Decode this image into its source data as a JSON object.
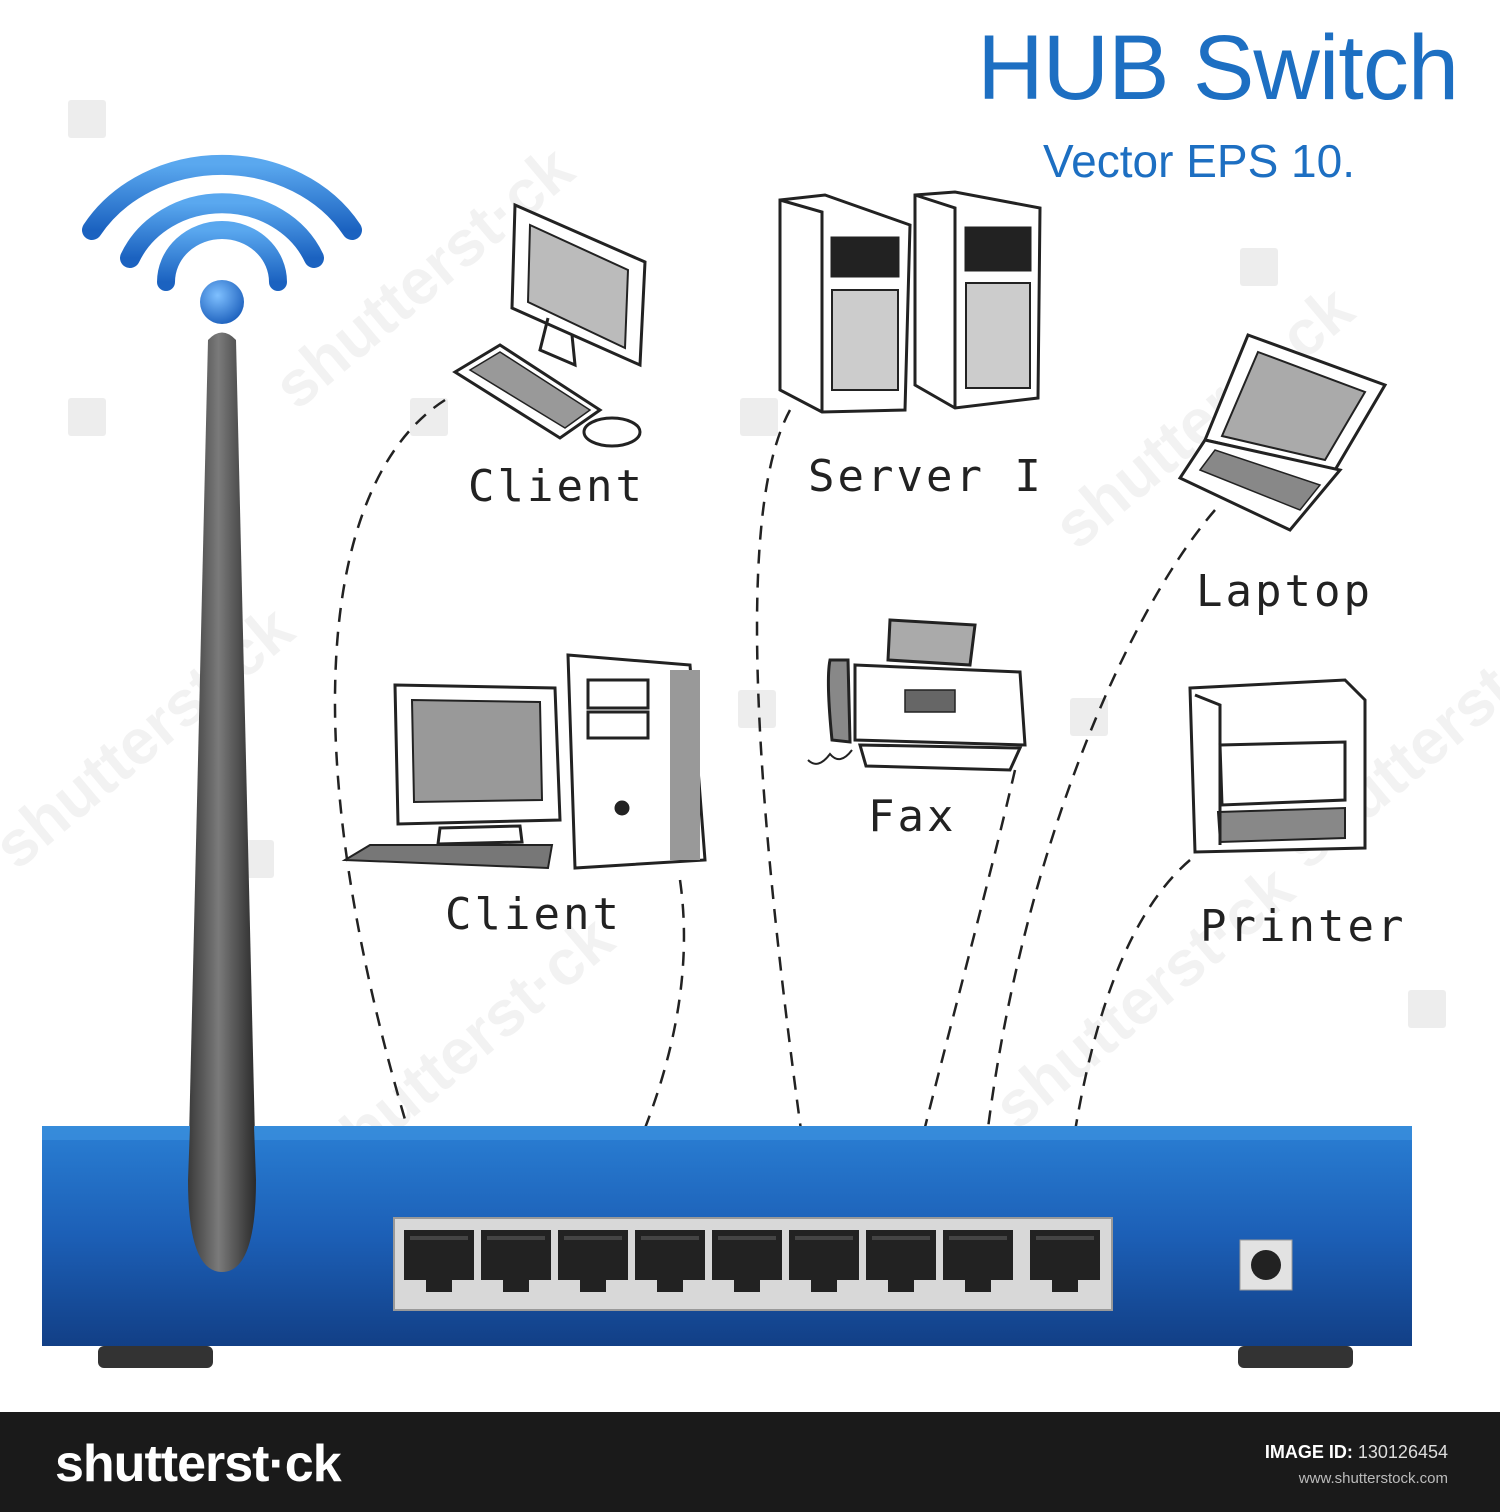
{
  "title": "HUB Switch",
  "subtitle": "Vector EPS 10.",
  "devices": {
    "client_top": "Client",
    "server": "Server I",
    "laptop": "Laptop",
    "client_bottom": "Client",
    "fax": "Fax",
    "printer": "Printer"
  },
  "footer": {
    "brand": "shutterst·ck",
    "image_id_label": "IMAGE ID:",
    "image_id": "130126454",
    "site": "www.shutterstock.com"
  },
  "watermark": "shutterst·ck",
  "colors": {
    "accent": "#1d6fc2",
    "router": "#1d4fa8",
    "footer": "#1a1a1a"
  },
  "icons": [
    "wifi-icon",
    "antenna",
    "desktop-computer-icon",
    "server-tower-icon",
    "laptop-icon",
    "desktop-tower-icon",
    "fax-machine-icon",
    "printer-icon",
    "ethernet-port-icon",
    "power-jack-icon"
  ]
}
